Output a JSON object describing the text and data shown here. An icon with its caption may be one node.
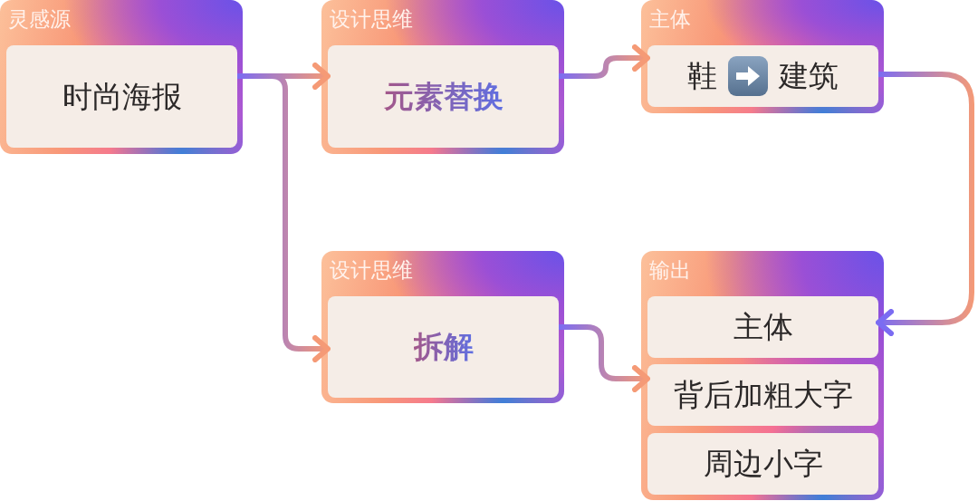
{
  "diagram": {
    "nodes": [
      {
        "text": [
          "灵感源"
        ]
      },
      {
        "text": [
          "时尚海报"
        ],
        "in": 0
      },
      {
        "text": [
          "设计思维"
        ]
      },
      {
        "text": [
          "元素替换"
        ],
        "in": 2
      },
      {
        "text": [
          "主体"
        ]
      },
      {
        "text": [
          "鞋",
          "建筑"
        ],
        "in": 4
      },
      {
        "text": [
          "设计思维"
        ]
      },
      {
        "text": [
          "拆解"
        ],
        "in": 6
      },
      {
        "text": [
          "输出"
        ]
      },
      {
        "text": [
          "主体"
        ],
        "in": 8
      },
      {
        "text": [
          "背后加粗大字"
        ],
        "in": 8
      },
      {
        "text": [
          "周边小字"
        ],
        "in": 8
      }
    ],
    "edges": [
      {
        "from": 1,
        "to": 3,
        "arrow": "to"
      },
      {
        "from": 1,
        "to": 7,
        "arrow": "to"
      },
      {
        "from": 3,
        "to": 5,
        "arrow": "to"
      },
      {
        "from": 5,
        "to": 9,
        "arrow": "to"
      },
      {
        "from": 7,
        "to": 10,
        "arrow": "to"
      }
    ]
  }
}
